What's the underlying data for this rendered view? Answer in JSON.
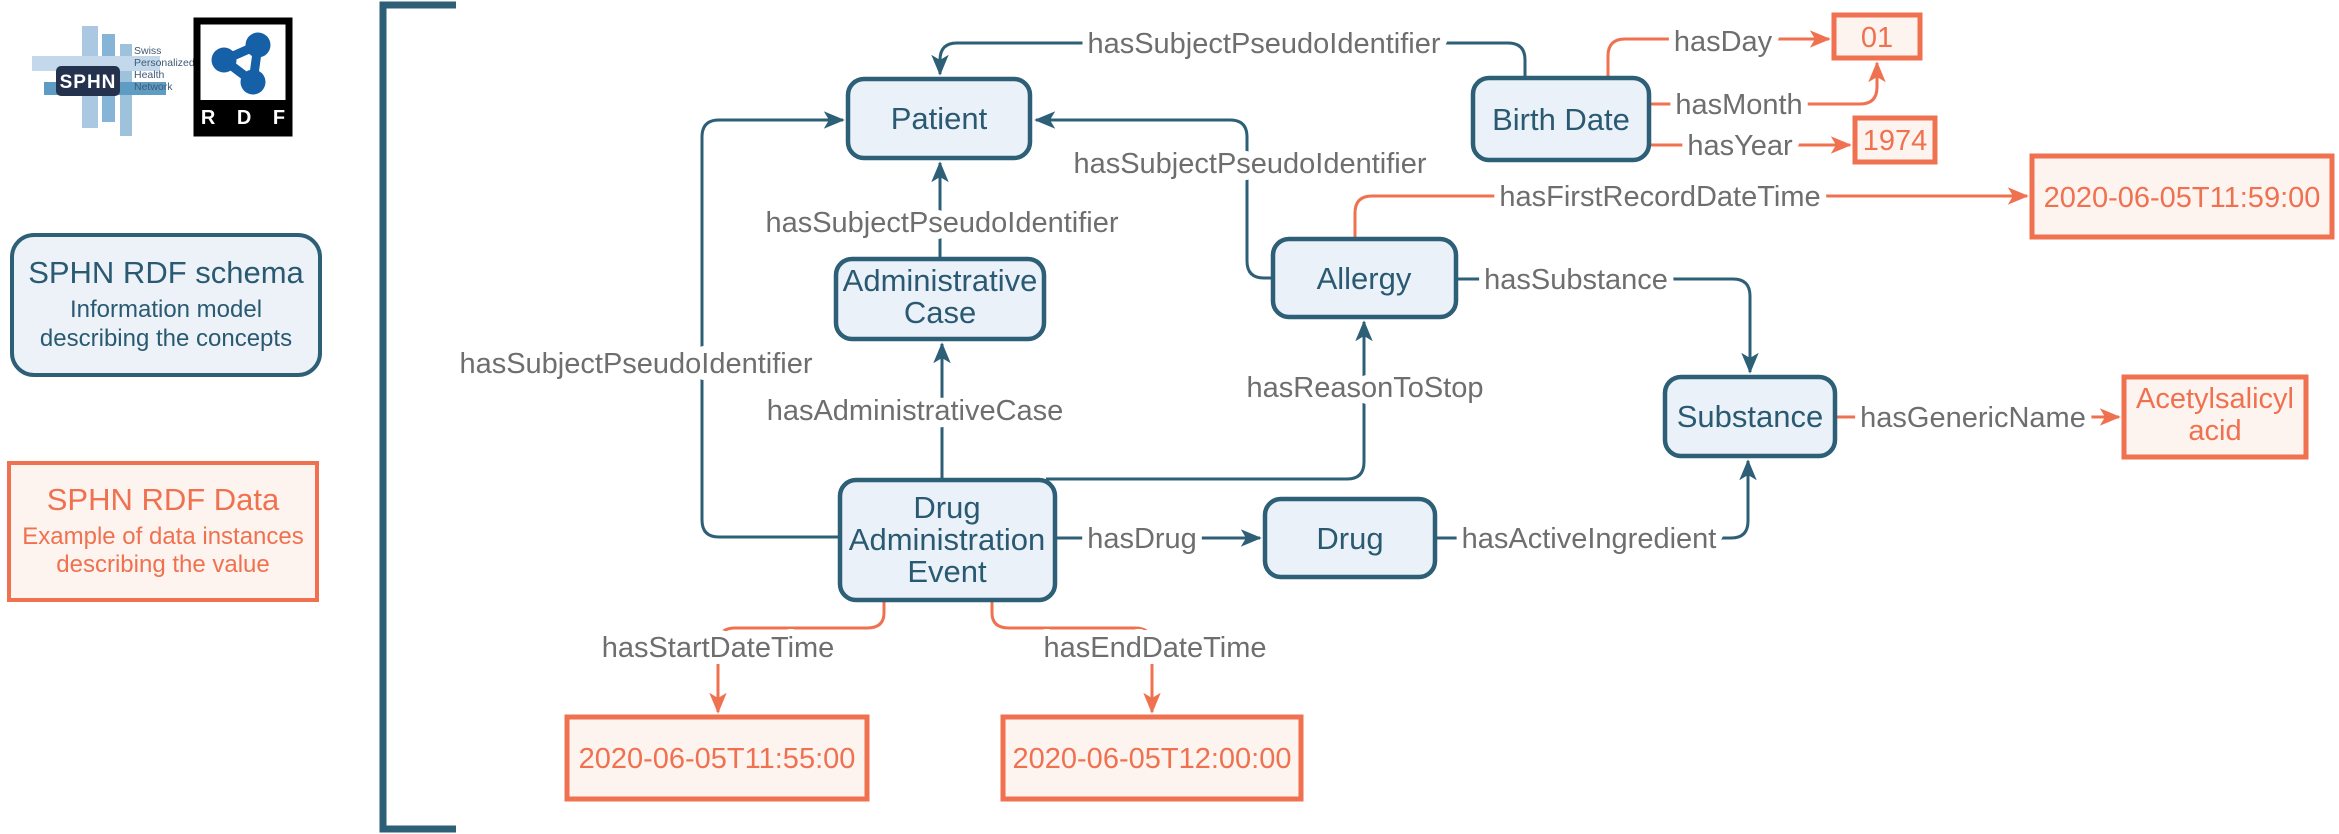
{
  "colors": {
    "schema_stroke": "#2D5F77",
    "schema_fill": "#EBF1F8",
    "schema_text": "#2A5A72",
    "data_stroke": "#F0714F",
    "data_fill": "#FDF3EF",
    "property_label_text": "#6E6E6E",
    "background": "#FFFFFF"
  },
  "branding": {
    "sphn": {
      "badge": "SPHN",
      "tagline": [
        "Swiss",
        "Personalized",
        "Health",
        "Network"
      ]
    },
    "rdf": {
      "letters": "R D F"
    }
  },
  "legend": {
    "schema": {
      "title": "SPHN RDF schema",
      "lines": [
        "Information model",
        "describing the concepts"
      ]
    },
    "data": {
      "title": "SPHN RDF Data",
      "lines": [
        "Example of data instances",
        "describing the value"
      ]
    }
  },
  "diagram": {
    "nodes": {
      "patient": {
        "label": "Patient"
      },
      "administrative_case": {
        "lines": [
          "Administrative",
          "Case"
        ]
      },
      "birth_date": {
        "label": "Birth Date"
      },
      "allergy": {
        "label": "Allergy"
      },
      "substance": {
        "label": "Substance"
      },
      "drug_administration_event": {
        "lines": [
          "Drug",
          "Administration",
          "Event"
        ]
      },
      "drug": {
        "label": "Drug"
      }
    },
    "properties": {
      "hasSubjectPseudoIdentifier_birthdate": "hasSubjectPseudoIdentifier",
      "hasSubjectPseudoIdentifier_allergy": "hasSubjectPseudoIdentifier",
      "hasSubjectPseudoIdentifier_admincase": "hasSubjectPseudoIdentifier",
      "hasSubjectPseudoIdentifier_dae": "hasSubjectPseudoIdentifier",
      "hasAdministrativeCase": "hasAdministrativeCase",
      "hasReasonToStop": "hasReasonToStop",
      "hasSubstance": "hasSubstance",
      "hasFirstRecordDateTime": "hasFirstRecordDateTime",
      "hasDay": "hasDay",
      "hasMonth": "hasMonth",
      "hasYear": "hasYear",
      "hasGenericName": "hasGenericName",
      "hasDrug": "hasDrug",
      "hasActiveIngredient": "hasActiveIngredient",
      "hasStartDateTime": "hasStartDateTime",
      "hasEndDateTime": "hasEndDateTime"
    },
    "values": {
      "day": "01",
      "year": "1974",
      "first_record_datetime": "2020-06-05T11:59:00",
      "generic_name_lines": [
        "Acetylsalicyl",
        "acid"
      ],
      "start_datetime": "2020-06-05T11:55:00",
      "end_datetime": "2020-06-05T12:00:00"
    }
  }
}
